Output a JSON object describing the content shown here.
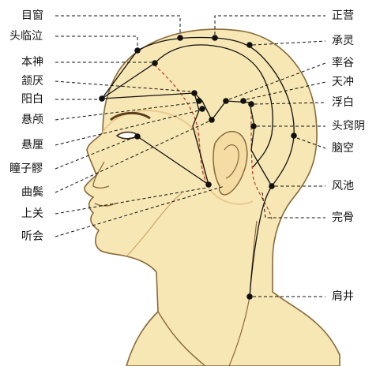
{
  "labels": {
    "muchuang": "目窗",
    "toulinqi": "头临泣",
    "benshen": "本神",
    "hanyan": "颔厌",
    "yangbai": "阳白",
    "xuanlu": "悬颅",
    "xuanli": "悬厘",
    "tongziliao": "瞳子髎",
    "qubin": "曲鬓",
    "shangguan": "上关",
    "tinghui": "听会",
    "zhengying": "正营",
    "chengling": "承灵",
    "shuaigu": "率谷",
    "tianchong": "天冲",
    "fubai": "浮白",
    "touqiaoyin": "头窍阴",
    "naokong": "脑空",
    "fengchi": "风池",
    "wangu": "完骨",
    "jianjing": "肩井"
  },
  "colors": {
    "skin": "#f7e7b4",
    "skin_shadow": "#eac98c",
    "line": "#111111",
    "dash_red": "#c0392b"
  }
}
